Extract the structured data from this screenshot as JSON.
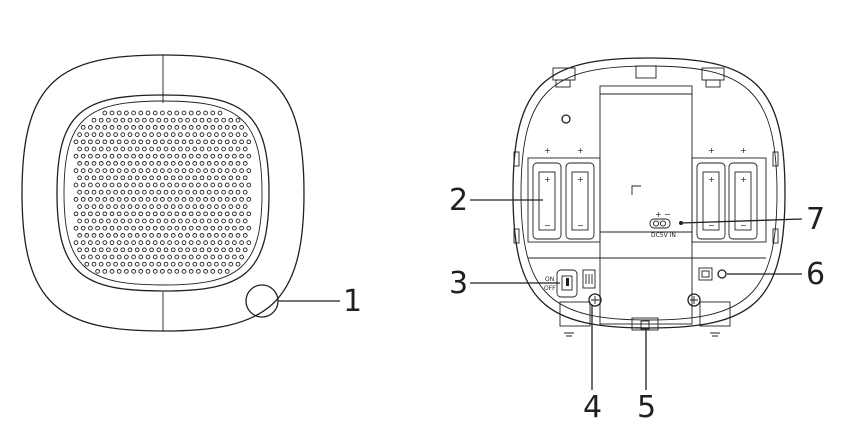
{
  "callouts": [
    {
      "id": "1",
      "label": "1"
    },
    {
      "id": "2",
      "label": "2"
    },
    {
      "id": "3",
      "label": "3"
    },
    {
      "id": "4",
      "label": "4"
    },
    {
      "id": "5",
      "label": "5"
    },
    {
      "id": "6",
      "label": "6"
    },
    {
      "id": "7",
      "label": "7"
    }
  ],
  "device_markings": {
    "switch_on": "ON",
    "switch_off": "OFF",
    "dc_plus": "+",
    "dc_minus": "−",
    "dc_label": "DC5V IN",
    "battery_plus": "+",
    "battery_minus": "−"
  }
}
